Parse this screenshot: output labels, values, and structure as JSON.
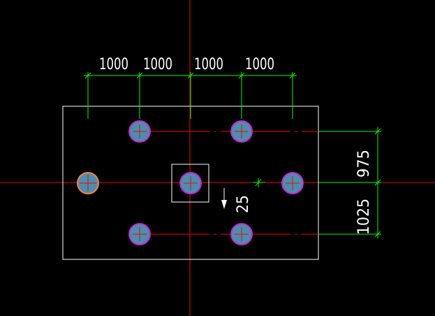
{
  "colors": {
    "background": "#000000",
    "axis": "#ff0000",
    "dimension": "#00ff00",
    "outline": "#ffffff",
    "pile_fill": "#4a8fb0",
    "pile_outline": "#d020d0",
    "edge_pile_outline": "#ff8040"
  },
  "dimensions": {
    "top": [
      "1000",
      "1000",
      "1000",
      "1000"
    ],
    "right": [
      "975",
      "1025"
    ],
    "offset": "25"
  },
  "piles": [
    {
      "id": "pile-top-left"
    },
    {
      "id": "pile-top-right"
    },
    {
      "id": "pile-mid-left"
    },
    {
      "id": "pile-center"
    },
    {
      "id": "pile-mid-right"
    },
    {
      "id": "pile-bottom-left"
    },
    {
      "id": "pile-bottom-right"
    }
  ]
}
